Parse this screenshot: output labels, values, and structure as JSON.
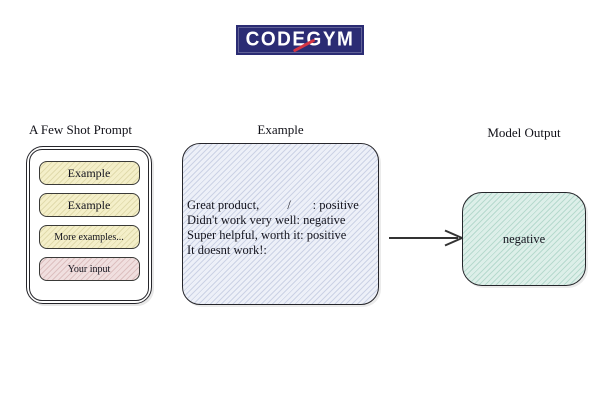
{
  "logo": {
    "text": "CODEGYM",
    "bg_color": "#2b2c74",
    "text_color": "#ffffff",
    "accent_color": "#d33444"
  },
  "diagram": {
    "few_shot": {
      "title": "A Few Shot Prompt",
      "items": [
        {
          "label": "Example",
          "fill": "#f4efc9"
        },
        {
          "label": "Example",
          "fill": "#f4efc9"
        },
        {
          "label": "More examples...",
          "fill": "#f4efc9"
        },
        {
          "label": "Your input",
          "fill": "#f0dfdf"
        }
      ]
    },
    "example": {
      "title": "Example",
      "fill": "#edf0f8",
      "lines": [
        "Great product,         /       : positive",
        "Didn't work very well: negative",
        "Super helpful, worth it: positive",
        "It doesnt work!:"
      ]
    },
    "arrow": {
      "direction": "right",
      "color": "#333333"
    },
    "model_output": {
      "title": "Model Output",
      "value": "negative",
      "fill": "#ddefe9"
    }
  }
}
